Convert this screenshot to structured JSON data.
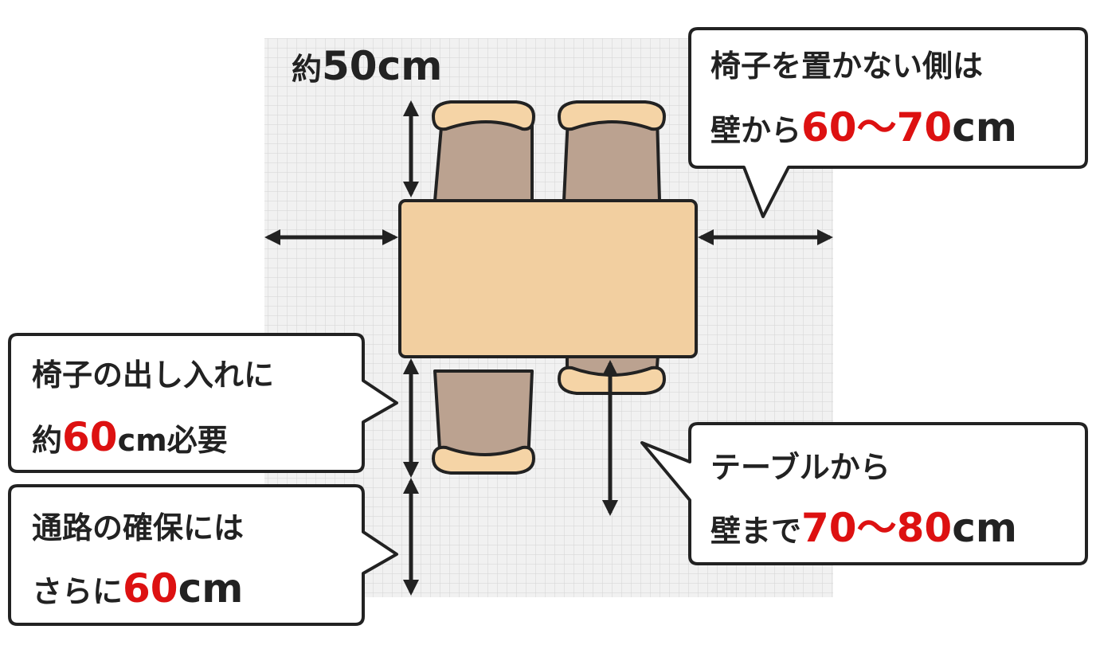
{
  "colors": {
    "grid_bg": "#f1f1f1",
    "grid_line": "#d4d4d4",
    "table_fill": "#f2cfa0",
    "chair_seat": "#bba290",
    "chair_back": "#f5d4a6",
    "outline": "#222222",
    "accent_red": "#dd1111",
    "text": "#222222"
  },
  "top_label": {
    "prefix": "約",
    "value": "50cm"
  },
  "callout_right_top": {
    "line1": "椅子を置かない側は",
    "line2_prefix": "壁から",
    "line2_value": "60〜70",
    "line2_unit": "cm"
  },
  "callout_left_mid": {
    "line1": "椅子の出し入れに",
    "line2_prefix": "約",
    "line2_value": "60",
    "line2_suffix": "cm必要"
  },
  "callout_left_bottom": {
    "line1": "通路の確保には",
    "line2_prefix": "さらに",
    "line2_value": "60",
    "line2_suffix": "cm"
  },
  "callout_right_bottom": {
    "line1": "テーブルから",
    "line2_prefix": "壁まで",
    "line2_value": "70〜80",
    "line2_suffix": "cm"
  }
}
